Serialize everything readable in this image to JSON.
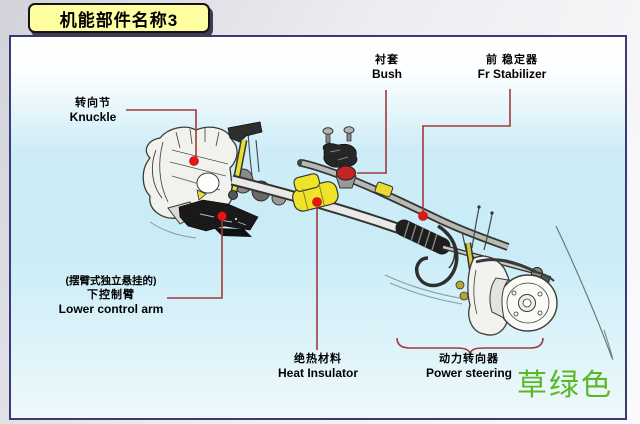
{
  "title": "机能部件名称3",
  "labels": {
    "knuckle": {
      "zh": "转向节",
      "en": "Knuckle"
    },
    "bush": {
      "zh": "衬套",
      "en": "Bush"
    },
    "fr_stabilizer": {
      "zh": "前 稳定器",
      "en": "Fr Stabilizer"
    },
    "lower_control_arm": {
      "zh_note": "(摆臂式独立悬挂的)",
      "zh": "下控制臂",
      "en": "Lower control arm"
    },
    "heat_insulator": {
      "zh": "绝热材料",
      "en": "Heat Insulator"
    },
    "power_steering": {
      "zh": "动力转向器",
      "en": "Power steering"
    }
  },
  "note": {
    "text": "草绿色",
    "color": "#5cb822"
  },
  "colors": {
    "leader_line": "#a03a3a",
    "marker_red": "#e51515",
    "bush_red": "#c42424",
    "highlight_yellow": "#efe32a",
    "panel_border": "#3a3a7a",
    "title_bg": "#ffffa2",
    "title_shadow": "#3c3c55",
    "note_green": "#5cb822"
  }
}
